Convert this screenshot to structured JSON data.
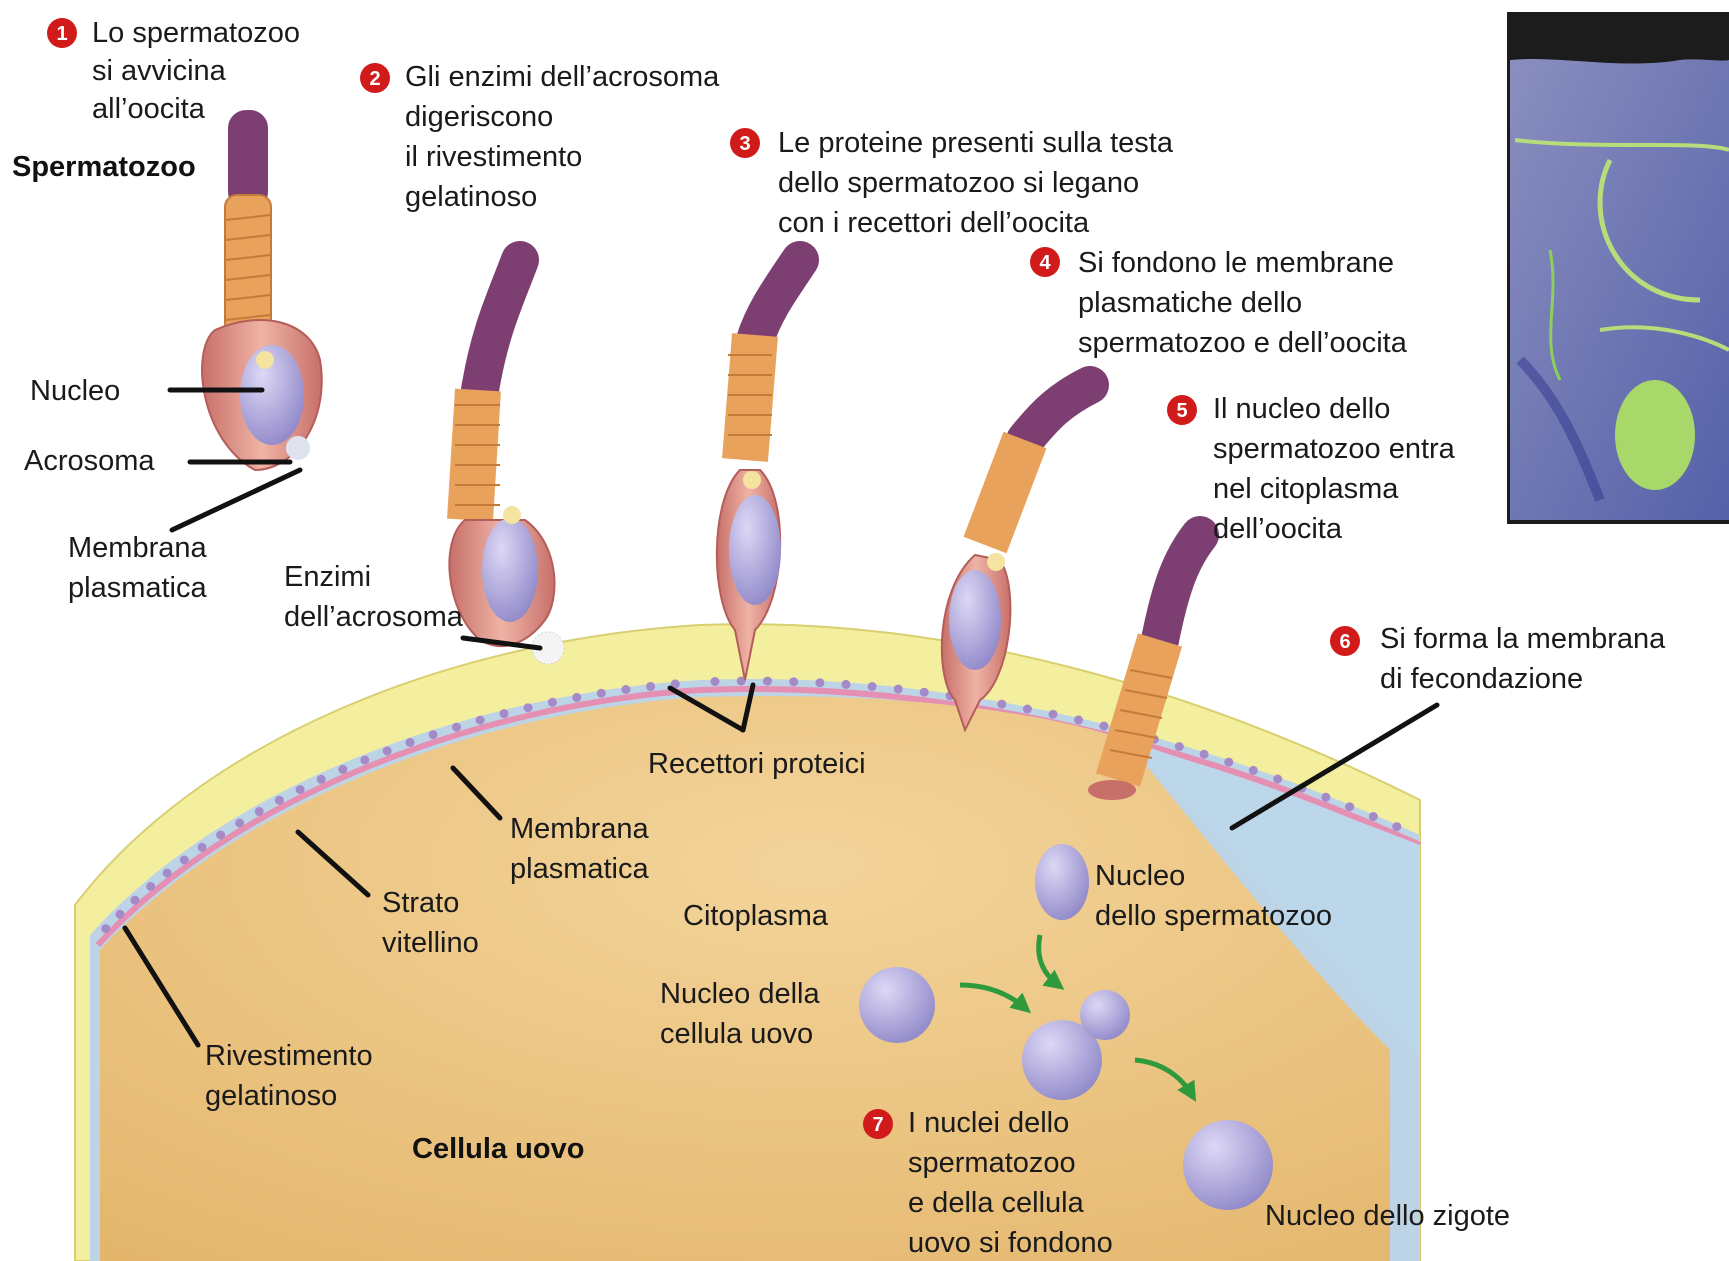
{
  "steps": [
    {
      "num": "1",
      "lines": [
        "Lo spermatozoo",
        "si avvicina",
        "all’oocita"
      ]
    },
    {
      "num": "2",
      "lines": [
        "Gli enzimi dell’acrosoma",
        "digeriscono",
        "il rivestimento",
        "gelatinoso"
      ]
    },
    {
      "num": "3",
      "lines": [
        "Le proteine presenti sulla testa",
        "dello spermatozoo si legano",
        "con i recettori dell’oocita"
      ]
    },
    {
      "num": "4",
      "lines": [
        "Si fondono le membrane",
        "plasmatiche dello",
        "spermatozoo e dell’oocita"
      ]
    },
    {
      "num": "5",
      "lines": [
        "Il nucleo dello",
        "spermatozoo entra",
        "nel citoplasma",
        "dell’oocita"
      ]
    },
    {
      "num": "6",
      "lines": [
        "Si forma la membrana",
        "di fecondazione"
      ]
    },
    {
      "num": "7",
      "lines": [
        "I nuclei dello",
        "spermatozoo",
        "e della cellula",
        "uovo si fondono"
      ]
    }
  ],
  "labels": {
    "spermatozoo": "Spermatozoo",
    "nucleo": "Nucleo",
    "acrosoma": "Acrosoma",
    "membrana_sperm": [
      "Membrana",
      "plasmatica"
    ],
    "enzimi": [
      "Enzimi",
      "dell’acrosoma"
    ],
    "recettori": "Recettori proteici",
    "membrana_oocita": [
      "Membrana",
      "plasmatica"
    ],
    "strato": [
      "Strato",
      "vitellino"
    ],
    "rivestimento": [
      "Rivestimento",
      "gelatinoso"
    ],
    "citoplasma": "Citoplasma",
    "nucleo_sperm": [
      "Nucleo",
      "dello spermatozoo"
    ],
    "nucleo_uovo": [
      "Nucleo della",
      "cellula uovo"
    ],
    "cellula_uovo": "Cellula uovo",
    "nucleo_zigote": "Nucleo dello zigote"
  },
  "colors": {
    "cytoplasm": "#e9c27e",
    "jelly": "#f4ef9e",
    "membrane": "#e58fb3",
    "vitelline": "#bcd4e6",
    "sperm_tail": "#7d3f72",
    "sperm_midpiece": "#e8a25c",
    "sperm_head": "#dc8b80",
    "nucleus": "#a9a2d8",
    "badge": "#d11a1a",
    "arrow": "#2e9a3c"
  }
}
